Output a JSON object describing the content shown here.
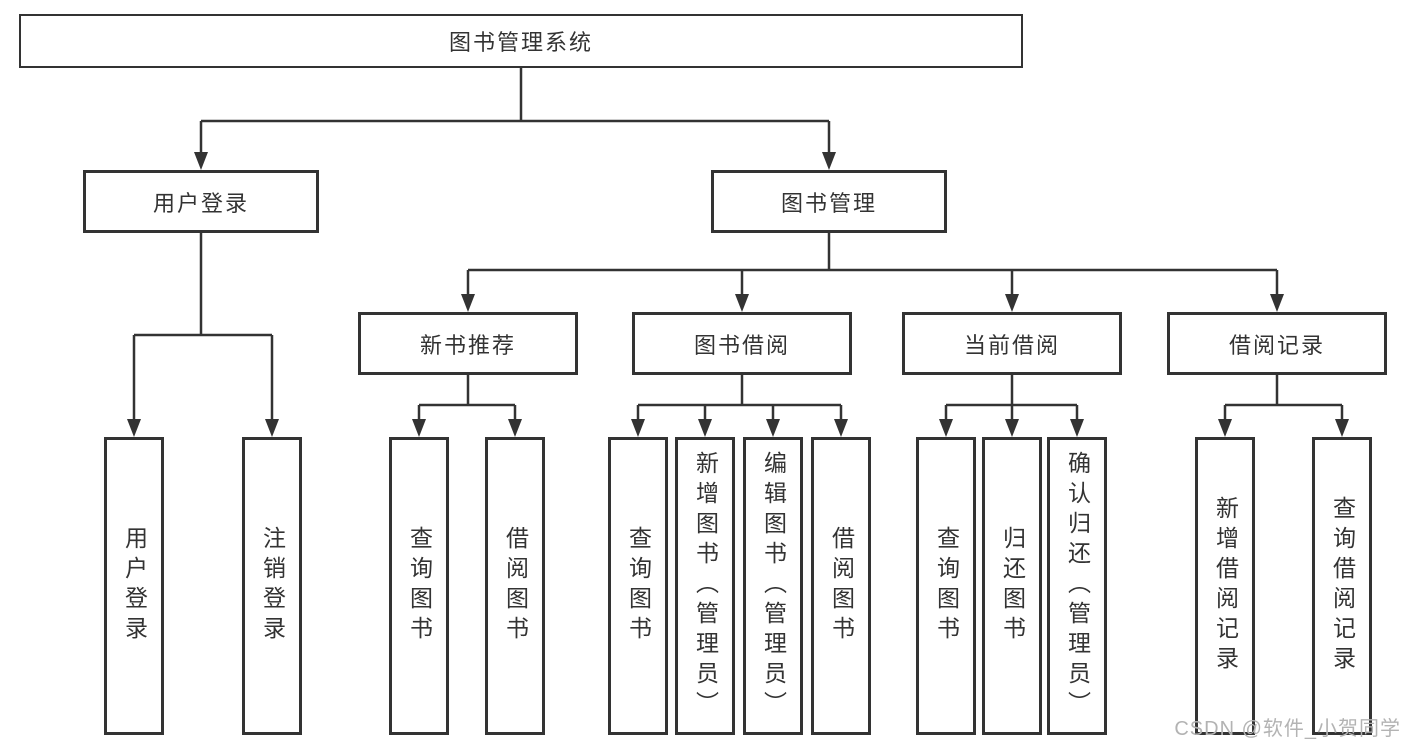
{
  "colors": {
    "line": "#333333",
    "text": "#333333",
    "box_background": "#ffffff",
    "watermark": "#b3b3b3"
  },
  "watermark": "CSDN @软件_小贺同学",
  "nodes": {
    "root": "图书管理系统",
    "user_login": "用户登录",
    "book_mgmt": "图书管理",
    "new_book_rec": "新书推荐",
    "book_borrow": "图书借阅",
    "current_borrow": "当前借阅",
    "borrow_record": "借阅记录",
    "ul_login": "用户登录",
    "ul_logout": "注销登录",
    "nb_query": "查询图书",
    "nb_borrow": "借阅图书",
    "bb_query": "查询图书",
    "bb_add": "新增图书（管理员）",
    "bb_edit": "编辑图书（管理员）",
    "bb_borrow": "借阅图书",
    "cb_query": "查询图书",
    "cb_return": "归还图书",
    "cb_confirm": "确认归还（管理员）",
    "br_add": "新增借阅记录",
    "br_query": "查询借阅记录"
  }
}
